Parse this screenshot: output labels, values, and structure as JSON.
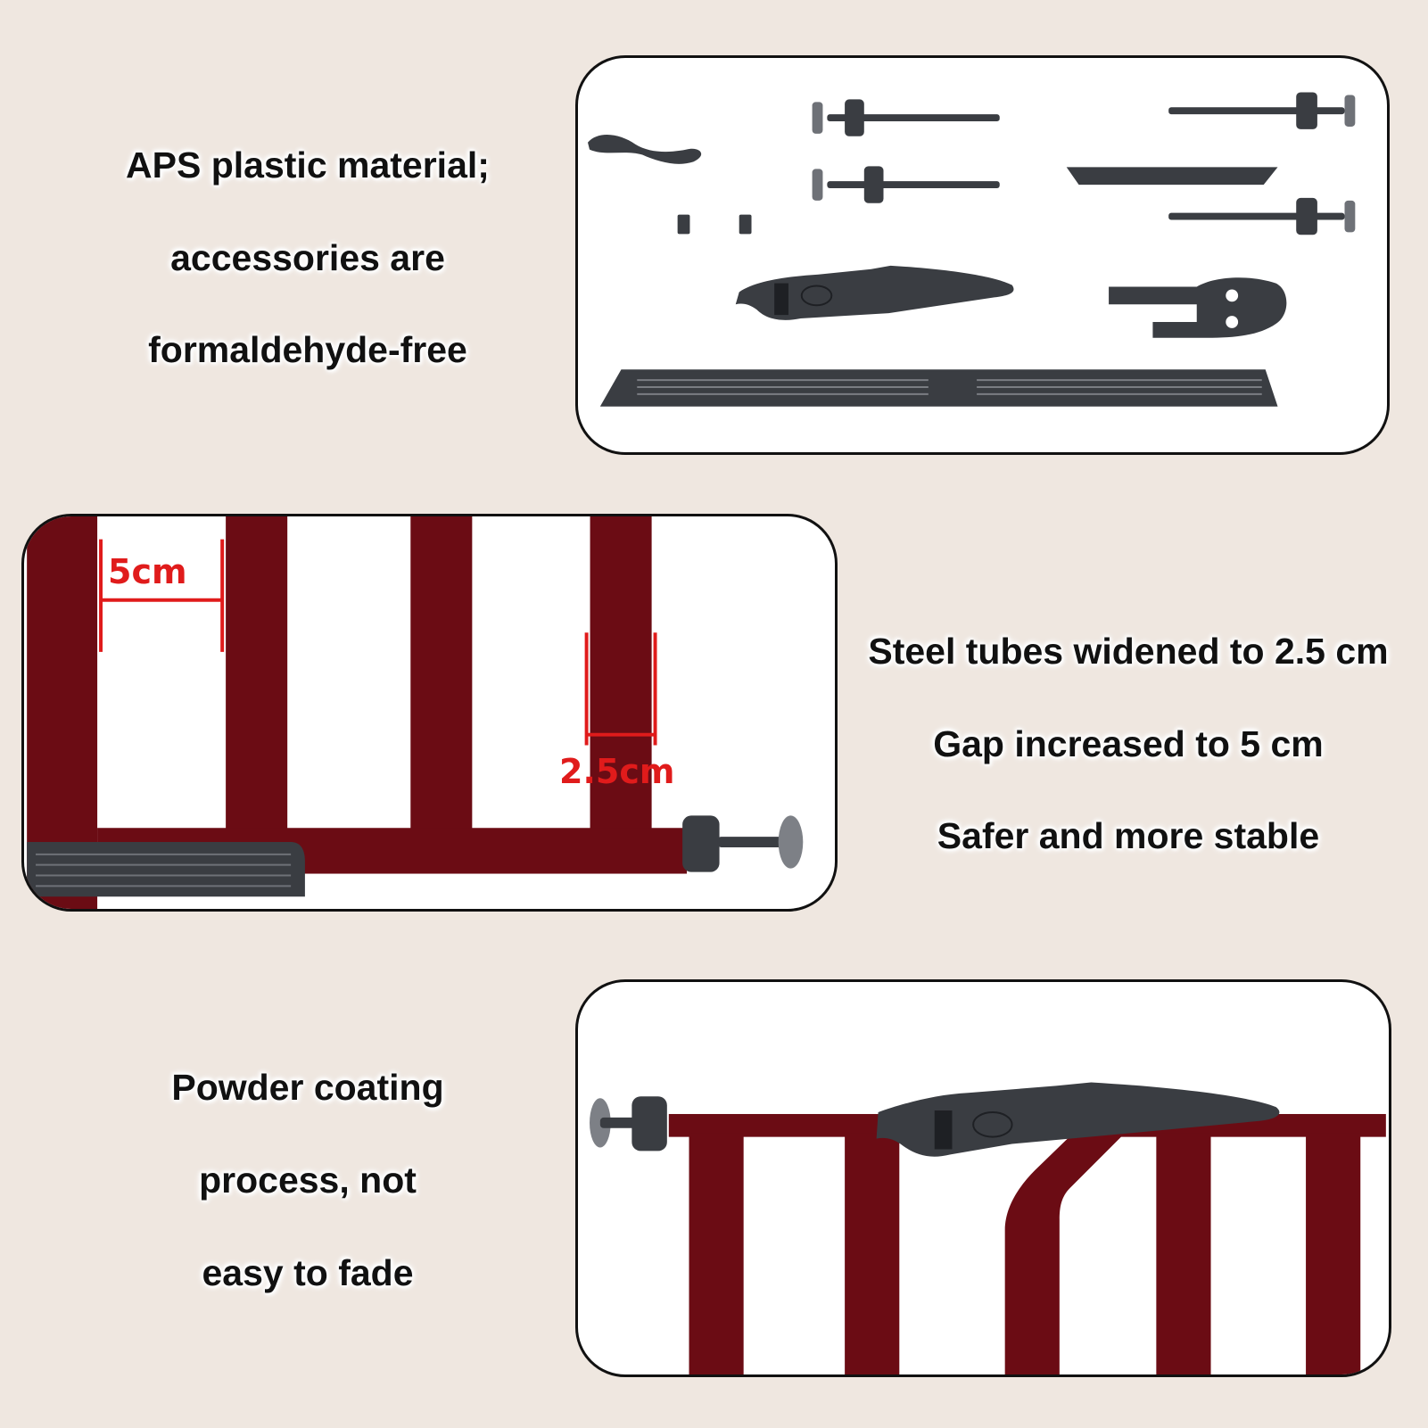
{
  "colors": {
    "background": "#efe7e0",
    "steel_tube": "#6b0c14",
    "accessory": "#3a3d42",
    "measure_line": "#e01b1b"
  },
  "section_1": {
    "caption_lines": [
      "APS plastic material;",
      "accessories are",
      "formaldehyde-free"
    ]
  },
  "section_2": {
    "caption_lines": [
      "Steel tubes widened to 2.5 cm",
      "Gap increased to 5 cm",
      "Safer and more stable"
    ],
    "gap_label": "5cm",
    "tube_label": "2.5cm"
  },
  "section_3": {
    "caption_lines": [
      "Powder coating",
      "process, not",
      "easy to fade"
    ]
  }
}
